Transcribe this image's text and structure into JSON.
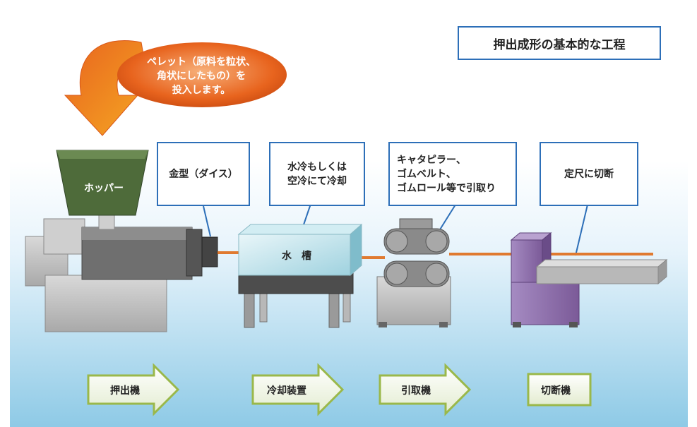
{
  "title": "押出成形の基本的な工程",
  "pellet_note": "ペレット（原料を粒状、\n角状にしたもの）を\n投入します。",
  "hopper_label": "ホッパー",
  "tank_label": "水　槽",
  "callouts": [
    "金型（ダイス）",
    "水冷もしくは\n空冷にて冷却",
    "キャタピラー、\nゴムベルト、\nゴムロール等で引取り",
    "定尺に切断"
  ],
  "stages": [
    "押出機",
    "冷却装置",
    "引取機",
    "切断機"
  ],
  "colors": {
    "frame_blue": "#2d6fb8",
    "pellet_orange": "#e8641e",
    "hopper_green": "#4e6b3a",
    "stage_arrow_green": "#9ab84a",
    "cutter_purple": "#8b6aa8",
    "product_line": "#e07a30"
  }
}
